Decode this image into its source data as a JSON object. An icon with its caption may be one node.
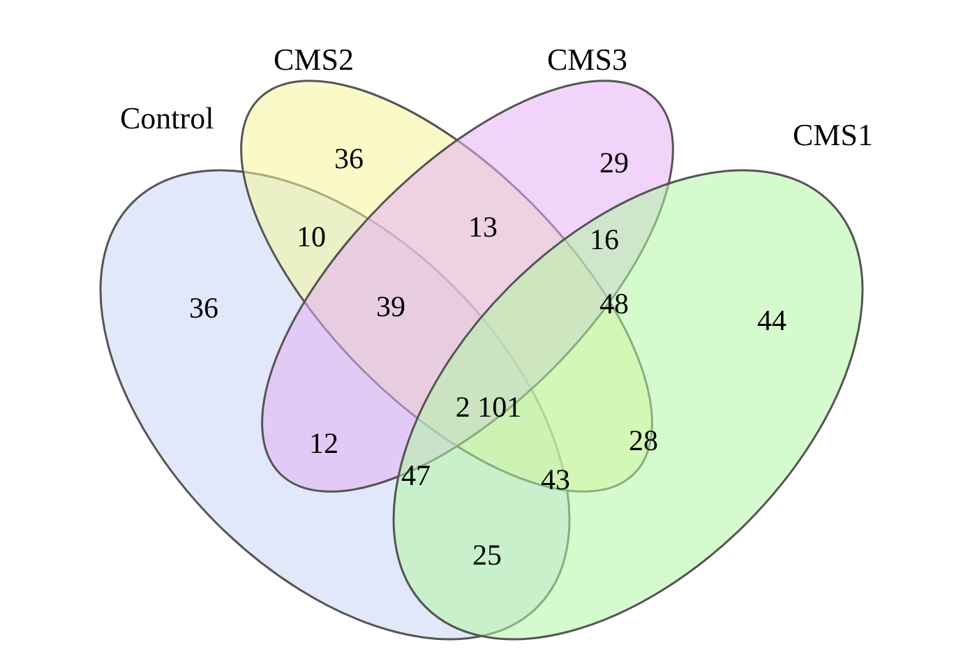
{
  "diagram": {
    "nodes": [
      {
        "text": [
          "Control"
        ]
      },
      {
        "text": [
          "CMS2"
        ]
      },
      {
        "text": [
          "CMS3"
        ]
      },
      {
        "text": [
          "CMS1"
        ]
      }
    ],
    "edges": [],
    "labels": [
      "36",
      "29",
      "13",
      "10",
      "16",
      "48",
      "36",
      "39",
      "44",
      "2 101",
      "28",
      "12",
      "47",
      "43",
      "25"
    ]
  }
}
